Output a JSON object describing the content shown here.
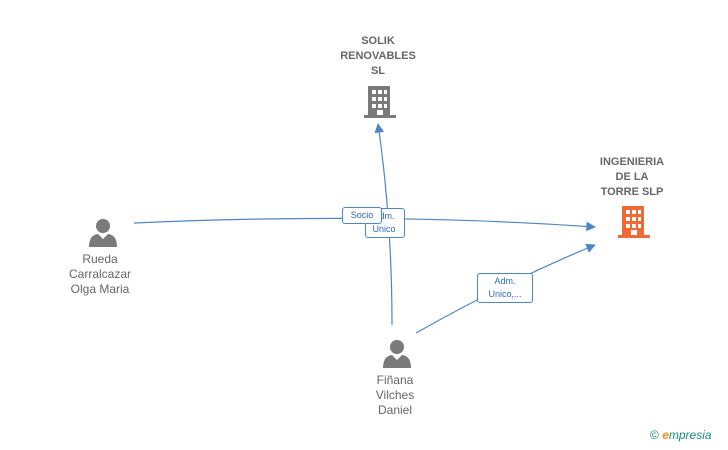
{
  "nodes": {
    "solik": {
      "label": "SOLIK\nRENOVABLES\nSL"
    },
    "ingenieria": {
      "label": "INGENIERIA\nDE LA\nTORRE  SLP"
    },
    "rueda": {
      "label": "Rueda\nCarralcazar\nOlga Maria"
    },
    "finana": {
      "label": "Fiñana\nVilches\nDaniel"
    }
  },
  "edges": {
    "socio": "Socio",
    "adm_unico_top": "Adm.\nUnico",
    "adm_unico_bottom": "Adm.\nUnico,..."
  },
  "watermark": {
    "copyright": "©",
    "brand_e": "e",
    "brand_rest": "mpresia"
  },
  "colors": {
    "line": "#4a86c8",
    "company_grey": "#7a7a7a",
    "company_orange": "#f06a35",
    "person": "#7a7a7a"
  }
}
